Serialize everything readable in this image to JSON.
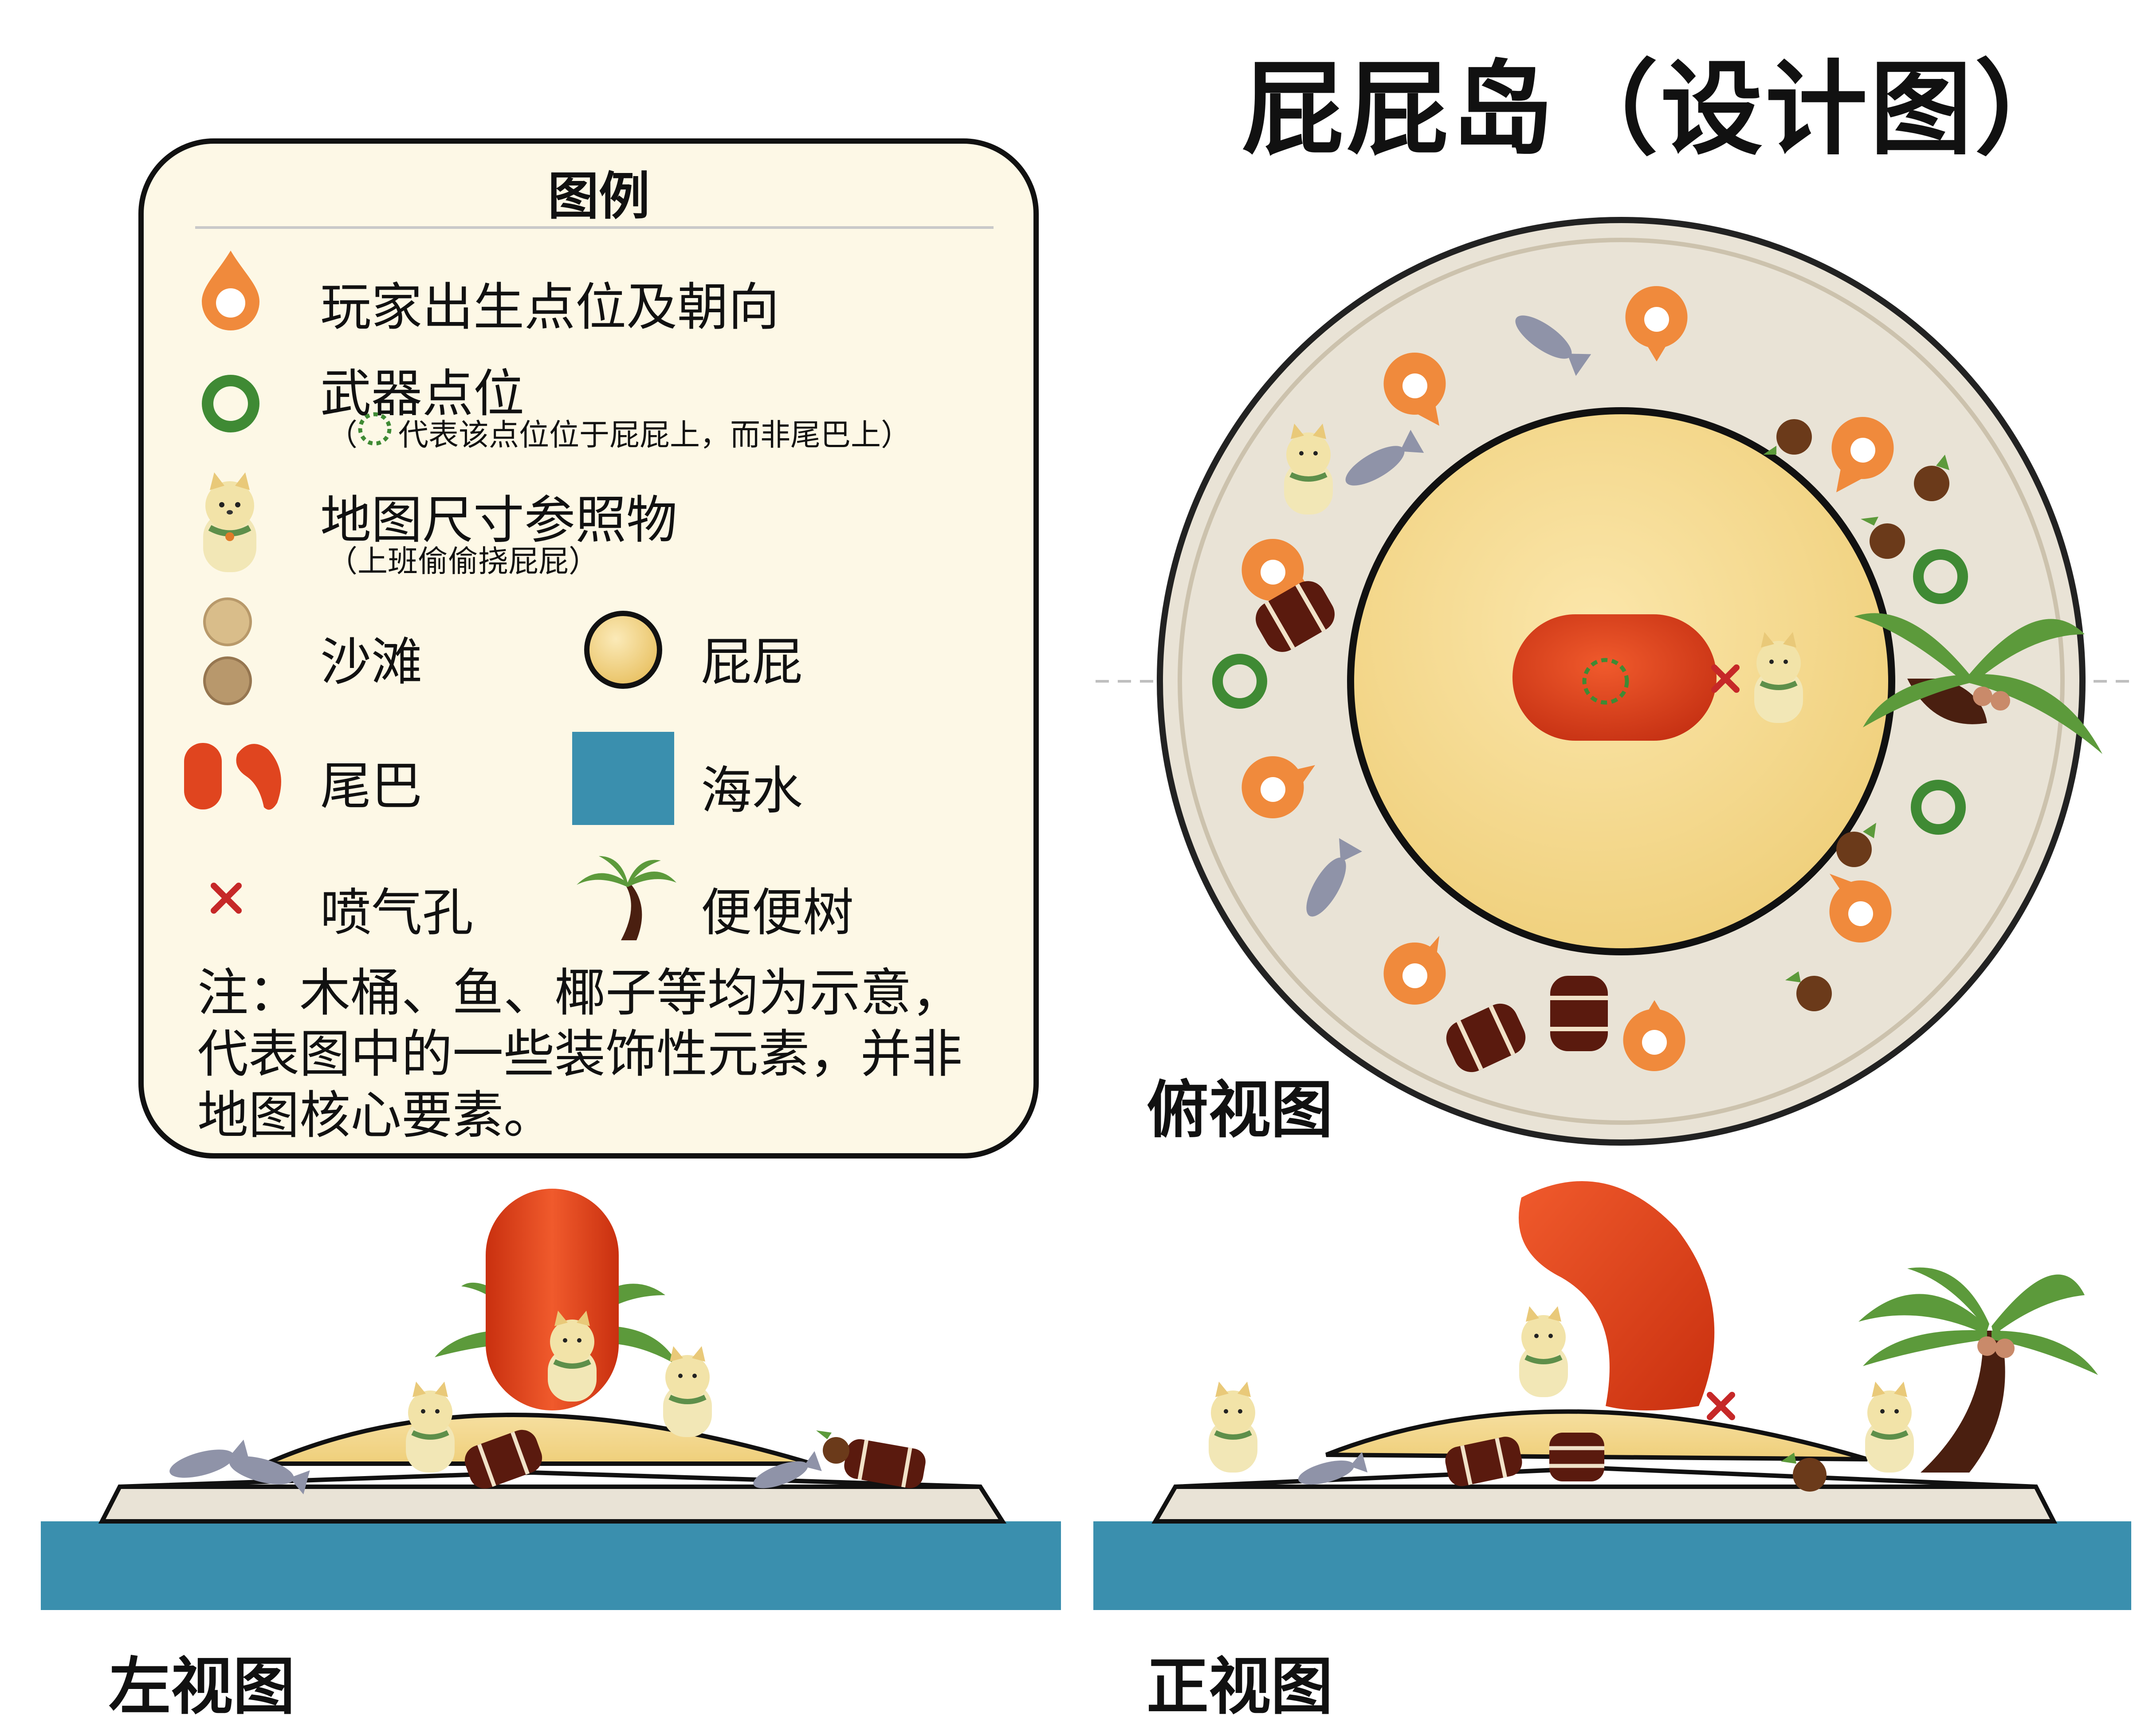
{
  "title": "屁屁岛（设计图）",
  "legend": {
    "heading": "图例",
    "spawn": "玩家出生点位及朝向",
    "weapon": "武器点位",
    "weapon_note_open": "（",
    "weapon_note": "代表该点位位于屁屁上，而非尾巴上）",
    "scale_ref": "地图尺寸参照物",
    "scale_ref_note": "（上班偷偷挠屁屁）",
    "beach": "沙滩",
    "butt": "屁屁",
    "tail": "尾巴",
    "sea": "海水",
    "vent": "喷气孔",
    "poop_tree": "便便树",
    "note": "注：木桶、鱼、椰子等均为示意，代表图中的一些装饰性元素，并非地图核心要素。"
  },
  "views": {
    "top": "俯视图",
    "left": "左视图",
    "front": "正视图"
  },
  "colors": {
    "spawn": "#f08a3c",
    "weapon": "#3f8a34",
    "beach": "#e9e3d6",
    "butt": "#f3d88f",
    "tail": "#e0451f",
    "sea": "#3a8fae",
    "vent": "#c62828",
    "palm_leaf": "#5c9a3b",
    "trunk": "#4a1f10",
    "barrel": "#5a1a0e",
    "outline": "#1a1a1a"
  },
  "icons": [
    "spawn-pin-icon",
    "weapon-ring-icon",
    "shiba-cat-icon",
    "beach-sand-icon",
    "butt-icon",
    "tail-icon",
    "sea-water-icon",
    "vent-x-icon",
    "palm-tree-icon",
    "barrel-icon",
    "fish-icon",
    "coconut-icon"
  ]
}
